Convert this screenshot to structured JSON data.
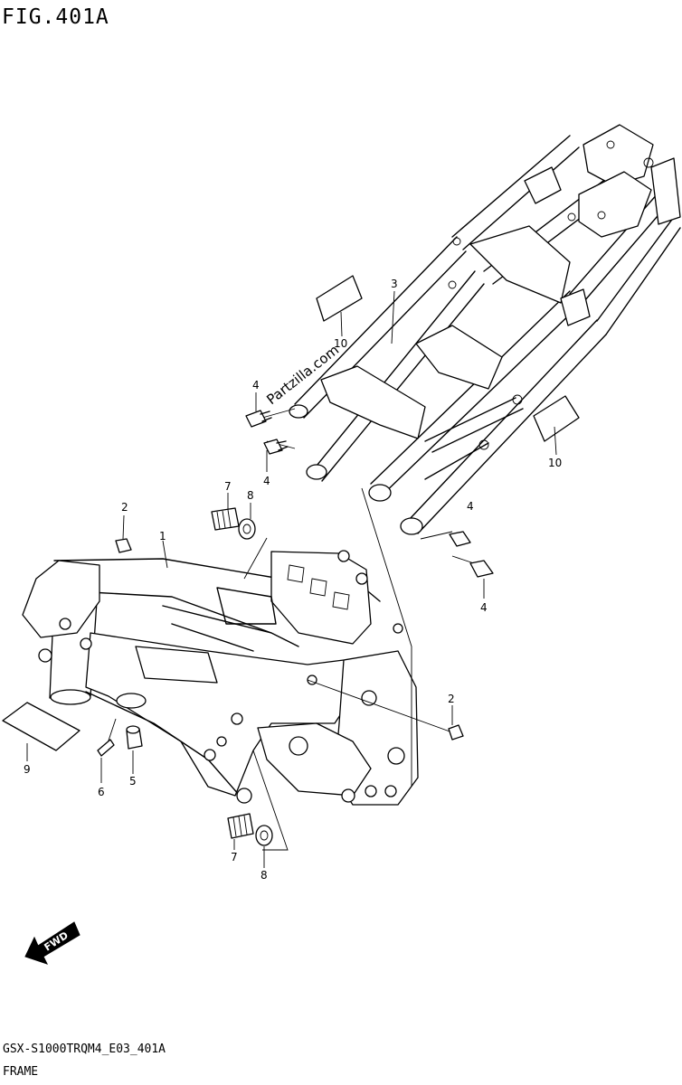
{
  "figure": {
    "title": "FIG.401A"
  },
  "footer": {
    "code": "GSX-S1000TRQM4_E03_401A",
    "name": "FRAME"
  },
  "watermark": "Partzilla.com",
  "direction_marker": "FWD",
  "callouts": [
    {
      "label": "1"
    },
    {
      "label": "2"
    },
    {
      "label": "3"
    },
    {
      "label": "4"
    },
    {
      "label": "4"
    },
    {
      "label": "4"
    },
    {
      "label": "4"
    },
    {
      "label": "5"
    },
    {
      "label": "6"
    },
    {
      "label": "7"
    },
    {
      "label": "8"
    },
    {
      "label": "2"
    },
    {
      "label": "7"
    },
    {
      "label": "8"
    },
    {
      "label": "9"
    },
    {
      "label": "10"
    },
    {
      "label": "10"
    }
  ]
}
